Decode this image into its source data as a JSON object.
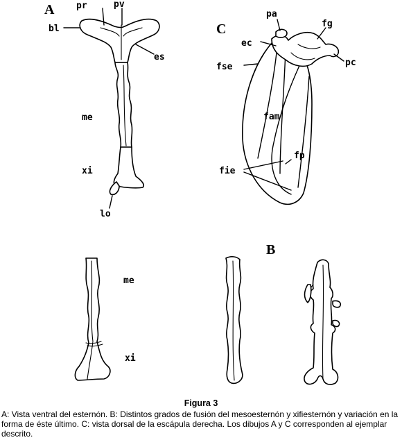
{
  "panels": {
    "a": "A",
    "b": "B",
    "c": "C"
  },
  "labels_a": {
    "bl": "bl",
    "pr": "pr",
    "pv": "pv",
    "es": "es",
    "me": "me",
    "xi": "xi",
    "lo": "lo"
  },
  "labels_b": {
    "me": "me",
    "xi": "xi"
  },
  "labels_c": {
    "pa": "pa",
    "fg": "fg",
    "ec": "ec",
    "pc": "pc",
    "fse": "fse",
    "fam": "fam",
    "fp": "fp",
    "fie": "fie"
  },
  "caption": {
    "title": "Figura 3",
    "text": "A: Vista ventral del esternón. B: Distintos grados de fusión del mesoesternón y xifiesternón y variación en la forma de éste último. C: vista dorsal de la escápula derecha.  Los dibujos A y C corresponden al ejemplar descrito."
  }
}
